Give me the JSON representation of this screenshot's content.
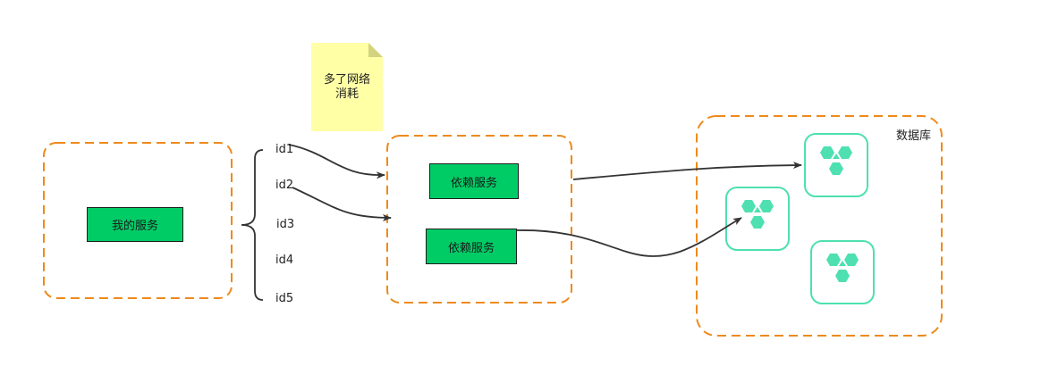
{
  "note": {
    "line1": "多了网络",
    "line2": "消耗",
    "fill": "#ffffa6",
    "fold": "#d3d37f"
  },
  "my_service": {
    "label": "我的服务"
  },
  "ids": [
    "id1",
    "id2",
    "id3",
    "id4",
    "id5"
  ],
  "dependency_services": [
    {
      "label": "依赖服务"
    },
    {
      "label": "依赖服务"
    }
  ],
  "database": {
    "label": "数据库",
    "node_icon": "hexagon-cluster-icon"
  },
  "colors": {
    "container_border": "#ee8a1c",
    "service_fill": "#00cc66",
    "db_node": "#4ee0b0",
    "arrow": "#333333"
  }
}
